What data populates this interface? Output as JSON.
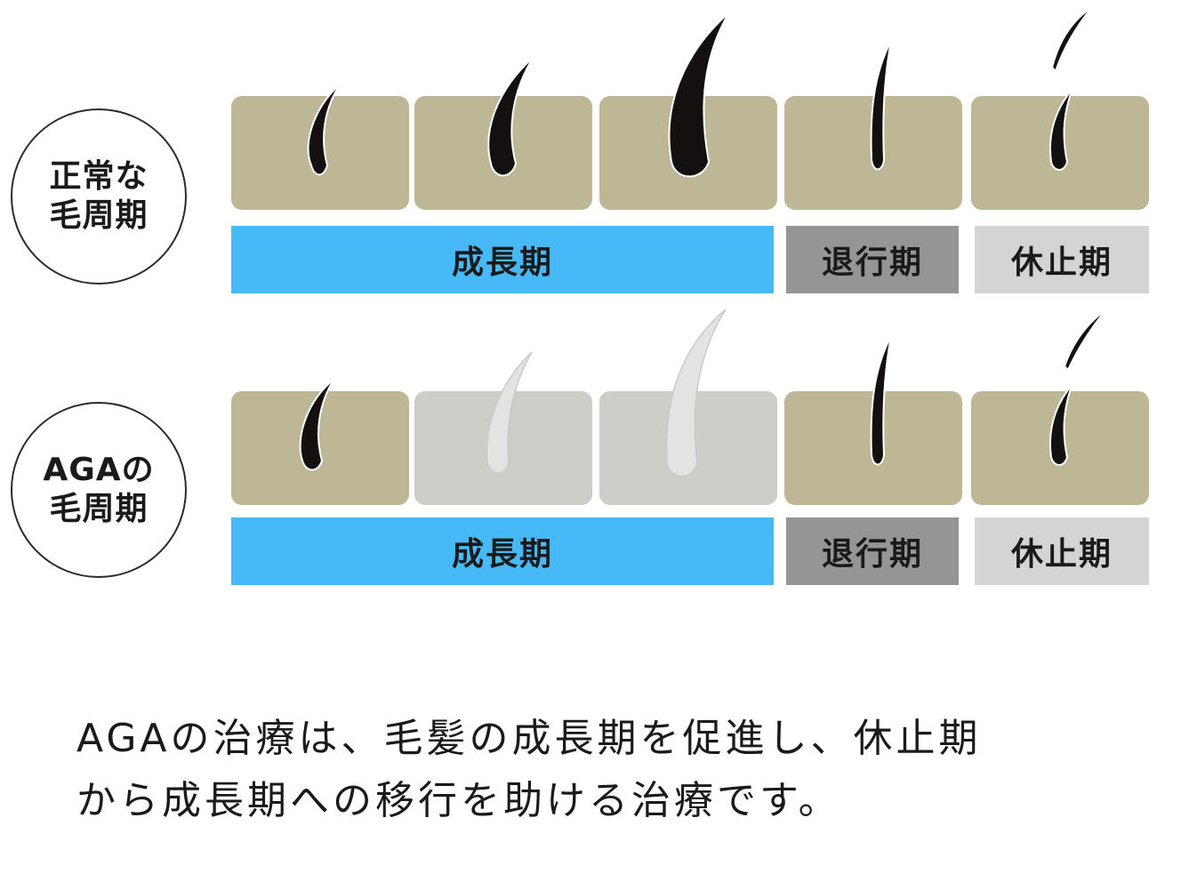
{
  "colors": {
    "skin_normal": "#beb796",
    "skin_faded": "#cdccc6",
    "hair_dark": "#151010",
    "hair_faded": "#e3e3e3",
    "anagen": "#48b9f7",
    "catagen": "#959595",
    "telogen": "#d4d4d4"
  },
  "rows": [
    {
      "label_lines": [
        "正常な",
        "毛周期"
      ],
      "skins": [
        "normal",
        "normal",
        "normal",
        "normal",
        "normal"
      ],
      "phases": [
        "成長期",
        "退行期",
        "休止期"
      ]
    },
    {
      "label_lines": [
        "AGAの",
        "毛周期"
      ],
      "skins": [
        "normal",
        "faded",
        "faded",
        "normal",
        "normal"
      ],
      "phases": [
        "成長期",
        "退行期",
        "休止期"
      ]
    }
  ],
  "caption": [
    "AGAの治療は、毛髪の成長期を促進し、休止期",
    "から成長期への移行を助ける治療です。"
  ]
}
